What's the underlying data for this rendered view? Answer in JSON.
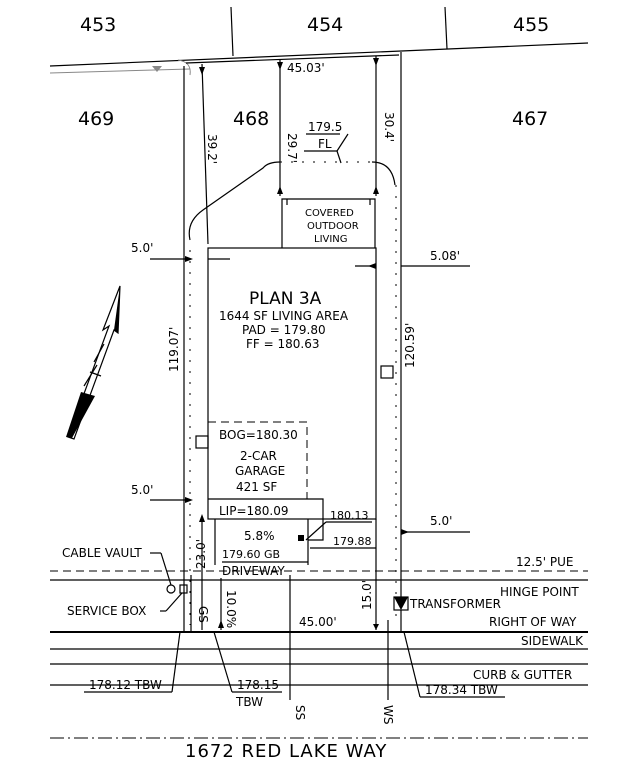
{
  "lots": {
    "l453": "453",
    "l454": "454",
    "l455": "455",
    "l469": "469",
    "l468": "468",
    "l467": "467"
  },
  "dims": {
    "rear_width": "45.03'",
    "rear_setback_left": "29.7'",
    "rear_setback_right": "30.4'",
    "fl_value": "179.5",
    "fl_label": "FL",
    "diag": "39.2'",
    "side_left_top": "5.0'",
    "side_right_top": "5.08'",
    "depth_left": "119.07'",
    "depth_right": "120.59'",
    "side_left_bottom": "5.0'",
    "side_right_bottom": "5.0'",
    "driveway_len": "23.0'",
    "front_setback": "15.0'",
    "front_width": "45.00'",
    "slope_drive": "10.0%"
  },
  "house": {
    "covered": [
      "COVERED",
      "OUTDOOR",
      "LIVING"
    ],
    "plan": "PLAN 3A",
    "area": "1644 SF LIVING AREA",
    "pad": "PAD = 179.80",
    "ff": "FF = 180.63",
    "bog": "BOG=180.30",
    "garage": [
      "2-CAR",
      "GARAGE",
      "421 SF"
    ],
    "lip": "LIP=180.09"
  },
  "grades": {
    "g1": "180.13",
    "g2": "179.88",
    "gb": "179.60 GB",
    "pct": "5.8%",
    "driveway": "DRIVEWAY"
  },
  "labels": {
    "pue": "12.5' PUE",
    "hinge": "HINGE POINT",
    "row": "RIGHT OF WAY",
    "sidewalk": "SIDEWALK",
    "curb": "CURB & GUTTER",
    "cable_vault": "CABLE VAULT",
    "service_box": "SERVICE BOX",
    "transformer": "TRANSFORMER",
    "gs": "GS",
    "ss": "SS",
    "ws": "WS",
    "tbw_left": "178.12 TBW",
    "tbw_mid_val": "178.15",
    "tbw_mid_lbl": "TBW",
    "tbw_right": "178.34 TBW"
  },
  "street": "1672 RED LAKE WAY"
}
